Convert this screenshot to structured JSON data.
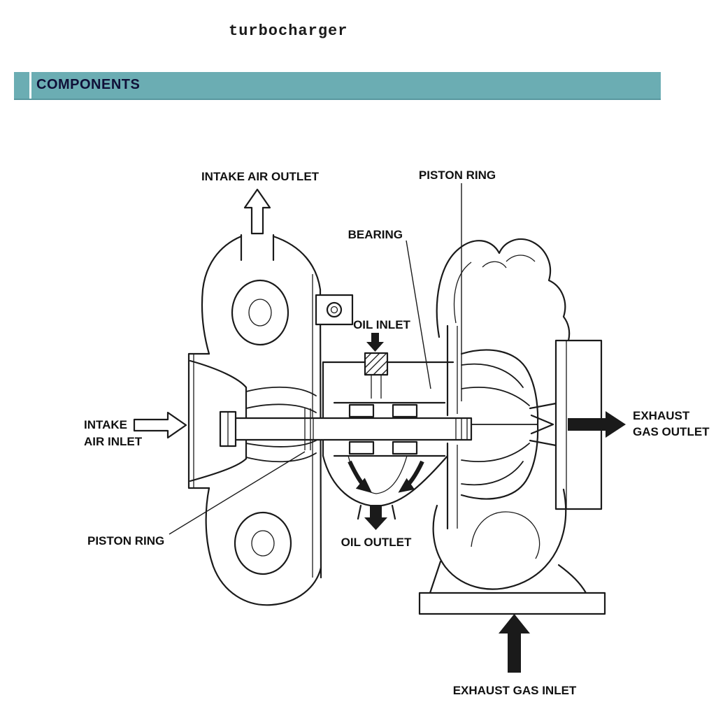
{
  "title": "turbocharger",
  "header": {
    "label": "COMPONENTS"
  },
  "colors": {
    "header_bg": "#6badb3",
    "header_border": "#58979e",
    "header_text": "#101038",
    "line": "#1a1a1a"
  },
  "labels": {
    "intake_air_outlet": "INTAKE AIR OUTLET",
    "piston_ring_top": "PISTON RING",
    "bearing": "BEARING",
    "oil_inlet": "OIL INLET",
    "exhaust_line1": "EXHAUST",
    "exhaust_line2": "GAS OUTLET",
    "intake_line1": "INTAKE",
    "intake_line2": "AIR INLET",
    "piston_ring_bottom": "PISTON RING",
    "oil_outlet": "OIL OUTLET",
    "exhaust_gas_inlet": "EXHAUST GAS INLET"
  }
}
